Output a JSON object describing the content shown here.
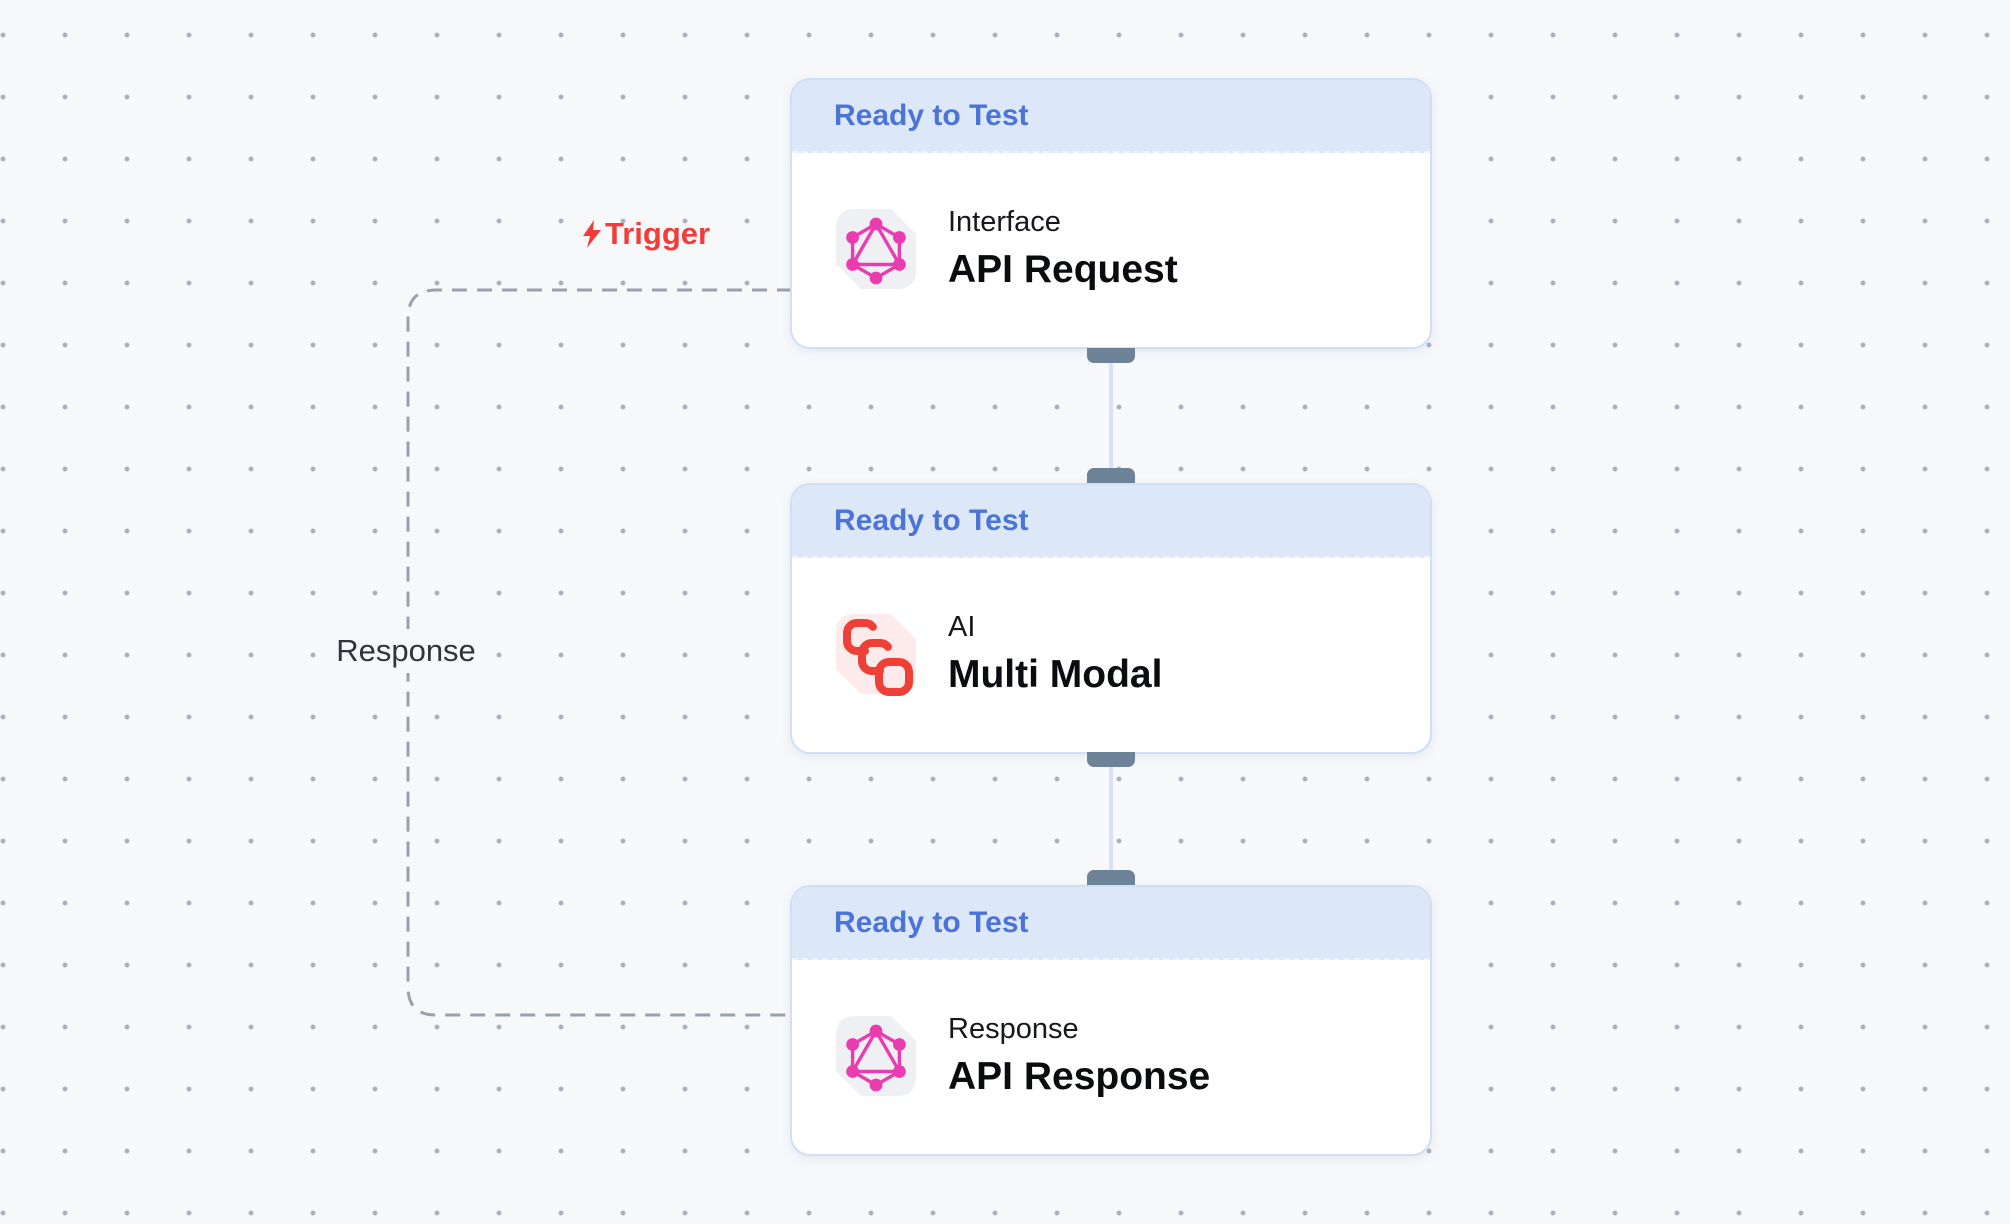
{
  "canvas": {
    "background": "#f7f8fa",
    "dot_color": "#aab1bc"
  },
  "edge_labels": {
    "trigger": "Trigger",
    "response": "Response"
  },
  "colors": {
    "status_text": "#4c73d8",
    "status_bg": "#dce8f8",
    "card_border": "#cfe0f5",
    "handle": "#6e8398",
    "connector_line": "#d7e3f5",
    "dashed_edge": "#9aa1ad",
    "trigger_red": "#f23c3c",
    "graphql_pink": "#e83caf",
    "graphql_tile_bg": "#eef0f3",
    "ai_red": "#ee4037",
    "ai_tile_bg": "#fdeaea"
  },
  "nodes": [
    {
      "status": "Ready to Test",
      "category": "Interface",
      "title": "API Request",
      "icon": "graphql-icon"
    },
    {
      "status": "Ready to Test",
      "category": "AI",
      "title": "Multi Modal",
      "icon": "multimodal-chain-icon"
    },
    {
      "status": "Ready to Test",
      "category": "Response",
      "title": "API Response",
      "icon": "graphql-icon"
    }
  ]
}
